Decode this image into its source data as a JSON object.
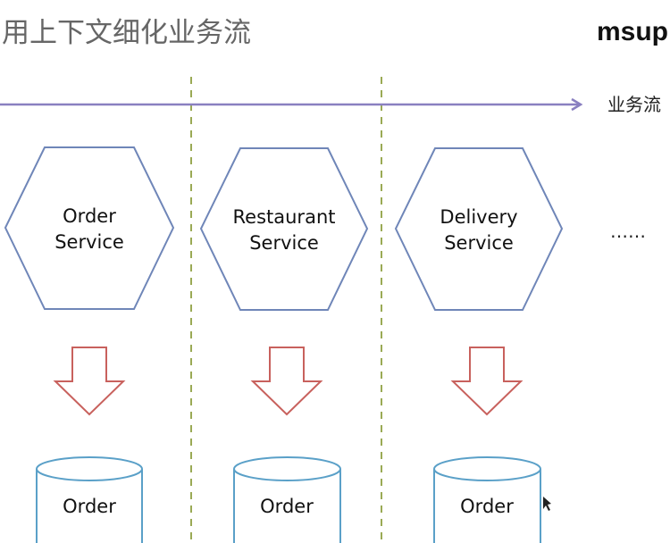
{
  "slide": {
    "title": "用上下文细化业务流",
    "logo": "msup",
    "flow_label": "业务流",
    "ellipsis": "……",
    "colors": {
      "flow_arrow": "#8a80c0",
      "hexagon": "#6f86b8",
      "down_arrow": "#c8615d",
      "database": "#5aa0c8",
      "divider": "#9aaa55"
    },
    "columns": [
      {
        "service_lines": [
          "Order",
          "Service"
        ],
        "database": "Order"
      },
      {
        "service_lines": [
          "Restaurant",
          "Service"
        ],
        "database": "Order"
      },
      {
        "service_lines": [
          "Delivery",
          "Service"
        ],
        "database": "Order"
      }
    ]
  }
}
